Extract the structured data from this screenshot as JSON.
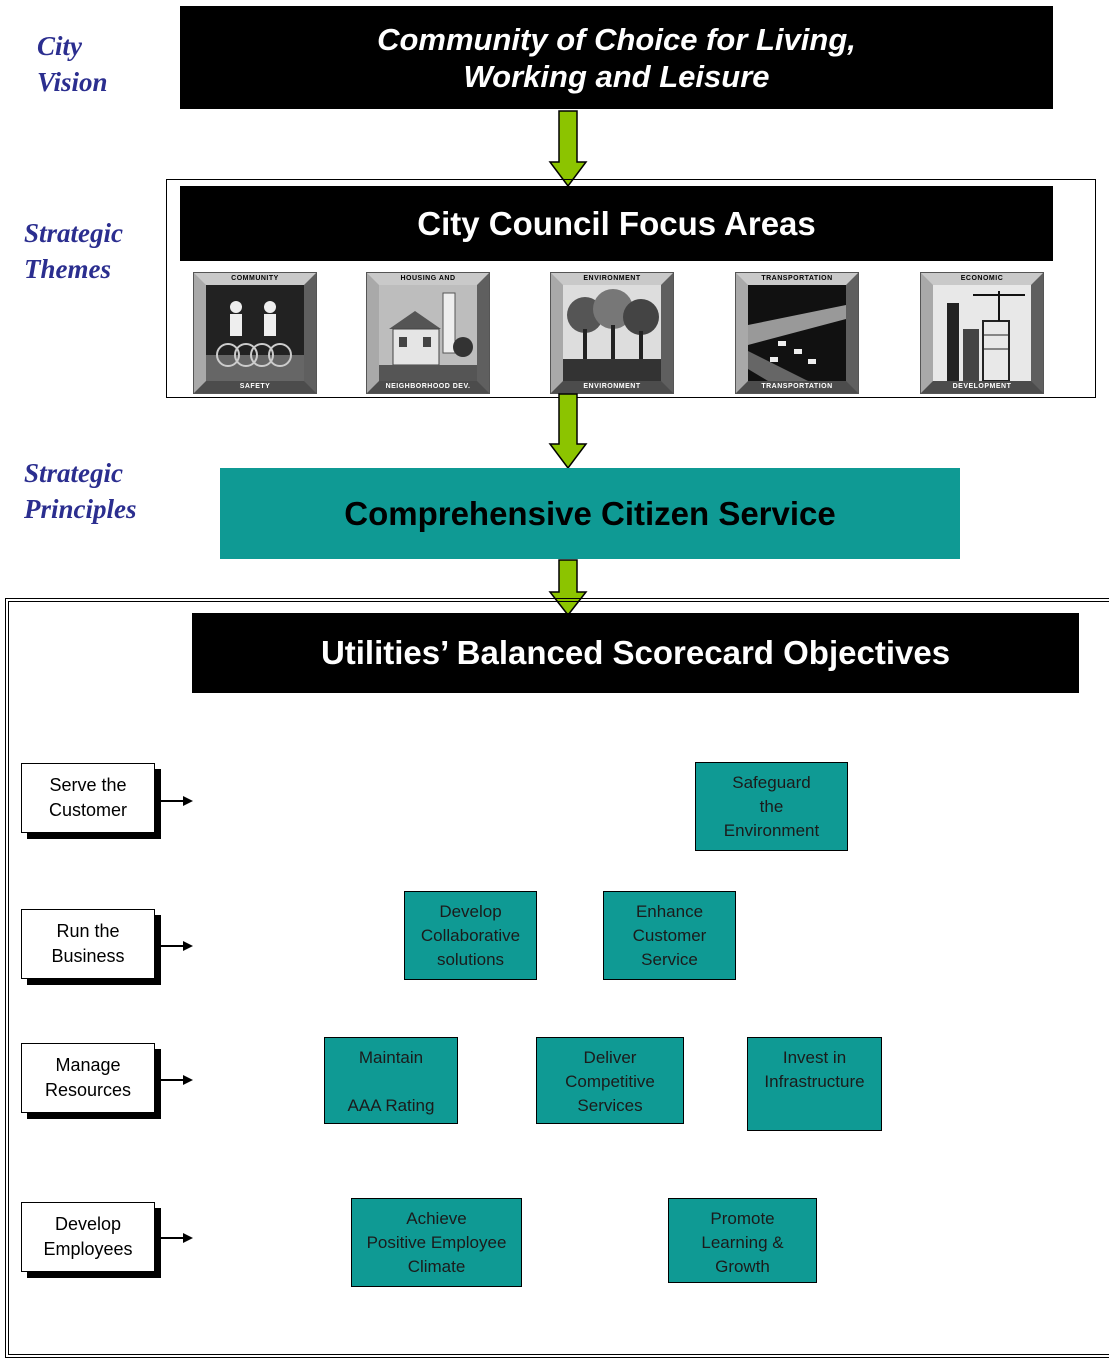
{
  "labels": {
    "city_vision": "City\nVision",
    "strategic_themes": "Strategic\nThemes",
    "strategic_principles": "Strategic\nPrinciples"
  },
  "vision": "Community of Choice for Living,\nWorking and Leisure",
  "focus_title": "City Council Focus Areas",
  "focus_areas": [
    {
      "top": "COMMUNITY",
      "bottom": "SAFETY",
      "icon": "cyclists-icon"
    },
    {
      "top": "HOUSING AND",
      "bottom": "NEIGHBORHOOD DEV.",
      "icon": "house-icon"
    },
    {
      "top": "ENVIRONMENT",
      "bottom": "ENVIRONMENT",
      "icon": "trees-icon"
    },
    {
      "top": "TRANSPORTATION",
      "bottom": "TRANSPORTATION",
      "icon": "highway-icon"
    },
    {
      "top": "ECONOMIC",
      "bottom": "DEVELOPMENT",
      "icon": "skyline-icon"
    }
  ],
  "principle": "Comprehensive Citizen Service",
  "scorecard_title": "Utilities’ Balanced Scorecard Objectives",
  "perspectives": [
    "Serve the\nCustomer",
    "Run the\nBusiness",
    "Manage\nResources",
    "Develop\nEmployees"
  ],
  "objectives": {
    "safeguard": "Safeguard\nthe\nEnvironment",
    "collaborative": "Develop\nCollaborative\nsolutions",
    "customer_service": "Enhance\nCustomer\nService",
    "aaa": "Maintain\n\nAAA Rating",
    "competitive": "Deliver\nCompetitive\nServices",
    "infrastructure": "Invest in\nInfrastructure",
    "climate": "Achieve\nPositive Employee\nClimate",
    "learning": "Promote\nLearning &\nGrowth"
  },
  "colors": {
    "teal": "#0f9a94",
    "arrow_green": "#8cc400",
    "label_blue": "#2b2e8f"
  }
}
